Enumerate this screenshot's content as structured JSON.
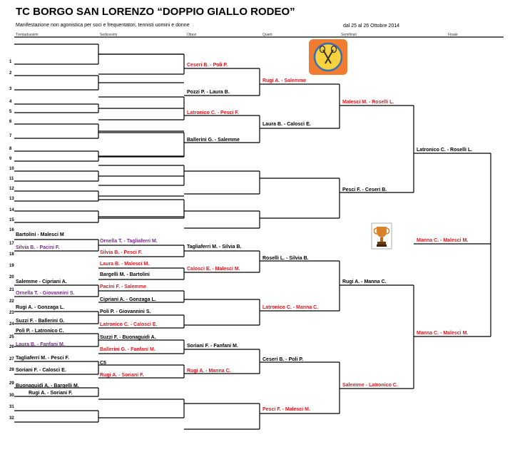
{
  "header": {
    "title": "TC BORGO SAN LORENZO “DOPPIO GIALLO RODEO”",
    "subtitle": "Manifestazione non agonistica per soci e frequentatori, tennisti uomini e donne",
    "dates": "dal 25 al 26 Ottobre 2014"
  },
  "rounds": [
    "Trentaduesimi",
    "Sedicesimi",
    "Ottavi",
    "Quarti",
    "Semifinali",
    "Finale"
  ],
  "row_numbers": [
    "1",
    "2",
    "3",
    "4",
    "5",
    "6",
    "7",
    "8",
    "9",
    "10",
    "11",
    "12",
    "13",
    "14",
    "15",
    "16",
    "17",
    "18",
    "19",
    "20",
    "21",
    "22",
    "23",
    "24",
    "25",
    "26",
    "27",
    "28",
    "29",
    "30",
    "31",
    "32"
  ],
  "round_of_32": [
    {
      "text": "Bartolini  - Malesci M",
      "color": "black"
    },
    {
      "text": "Silvia B. - Pacini F.",
      "color": "purple"
    },
    {
      "text": "Salemme - Cipriani A.",
      "color": "black"
    },
    {
      "text": "Ornella T. - Giovannini S.",
      "color": "purple"
    },
    {
      "text": "Rugi A. - Gonzaga L.",
      "color": "black"
    },
    {
      "text": "Suzzi F. - Ballerini G.",
      "color": "black"
    },
    {
      "text": "Poli P. - Latronico C.",
      "color": "black"
    },
    {
      "text": "Laura B. - Fanfani M.",
      "color": "purple"
    },
    {
      "text": "Tagliaferri M. - Pesci F.",
      "color": "black"
    },
    {
      "text": "Soriani F. - Caloscì E.",
      "color": "black"
    },
    {
      "text": "Buonaguidi A. - Bargelli M.",
      "color": "black"
    },
    {
      "text": "Rugi A. - Soriani F.",
      "color": "black"
    }
  ],
  "round_of_16": [
    {
      "text": "Ornella T. - Tagliaferri M.",
      "color": "purple"
    },
    {
      "text": "Silvia B. - Pesci F.",
      "color": "red"
    },
    {
      "text": "Laura B. - Malesci M.",
      "color": "red"
    },
    {
      "text": "Bargelli M. - Bartolini",
      "color": "black"
    },
    {
      "text": "Pacini F. - Salemme",
      "color": "red"
    },
    {
      "text": "Cipriani A. - Gonzaga L.",
      "color": "black"
    },
    {
      "text": "Poli P. - Giovannini S.",
      "color": "black"
    },
    {
      "text": "Latronico C. - Caloscì E.",
      "color": "red"
    },
    {
      "text": "Suzzi F. - Buonaguidi A.",
      "color": "black"
    },
    {
      "text": "Ballerini G. - Fanfani M.",
      "color": "red"
    },
    {
      "text": "C5",
      "color": "black"
    },
    {
      "text": "Rugi A. - Soriani F.",
      "color": "red"
    }
  ],
  "round_of_8": [
    {
      "text": "Ceseri B. - Poli P.",
      "color": "red"
    },
    {
      "text": "Pozzi P. - Laura B.",
      "color": "black"
    },
    {
      "text": "Latronico C. - Pesci F.",
      "color": "red"
    },
    {
      "text": "Ballerini G. - Salemme",
      "color": "black"
    },
    {
      "text": "Tagliaferri M. - Silvia B.",
      "color": "black"
    },
    {
      "text": "Caloscì E. - Malesci M.",
      "color": "red"
    },
    {
      "text": "Soriani F. - Fanfani M.",
      "color": "black"
    },
    {
      "text": "Rugi A. - Manna C.",
      "color": "red"
    }
  ],
  "quarters": [
    {
      "text": "Rugi A. - Salemme",
      "color": "red"
    },
    {
      "text": "Laura B. - Caloscì E.",
      "color": "black"
    },
    {
      "text": "Roselli L. - Silvia B.",
      "color": "black"
    },
    {
      "text": "Latronico C. - Manna C.",
      "color": "red"
    },
    {
      "text": "Ceseri B. - Poli P.",
      "color": "black"
    },
    {
      "text": "Pesci F. - Malesci M.",
      "color": "red"
    }
  ],
  "semis": [
    {
      "text": "Malesci M. - Roselli L.",
      "color": "red"
    },
    {
      "text": "Pesci F. - Ceseri B.",
      "color": "black"
    },
    {
      "text": "Rugi A. - Manna C.",
      "color": "black"
    },
    {
      "text": "Salemme - Latronico C.",
      "color": "red"
    }
  ],
  "finals": [
    {
      "text": "Latronico C. - Roselli L.",
      "color": "black"
    },
    {
      "text": "Manna C. - Malesci M.",
      "color": "red"
    },
    {
      "text": "Manna C. - Malesci M.",
      "color": "red"
    }
  ]
}
